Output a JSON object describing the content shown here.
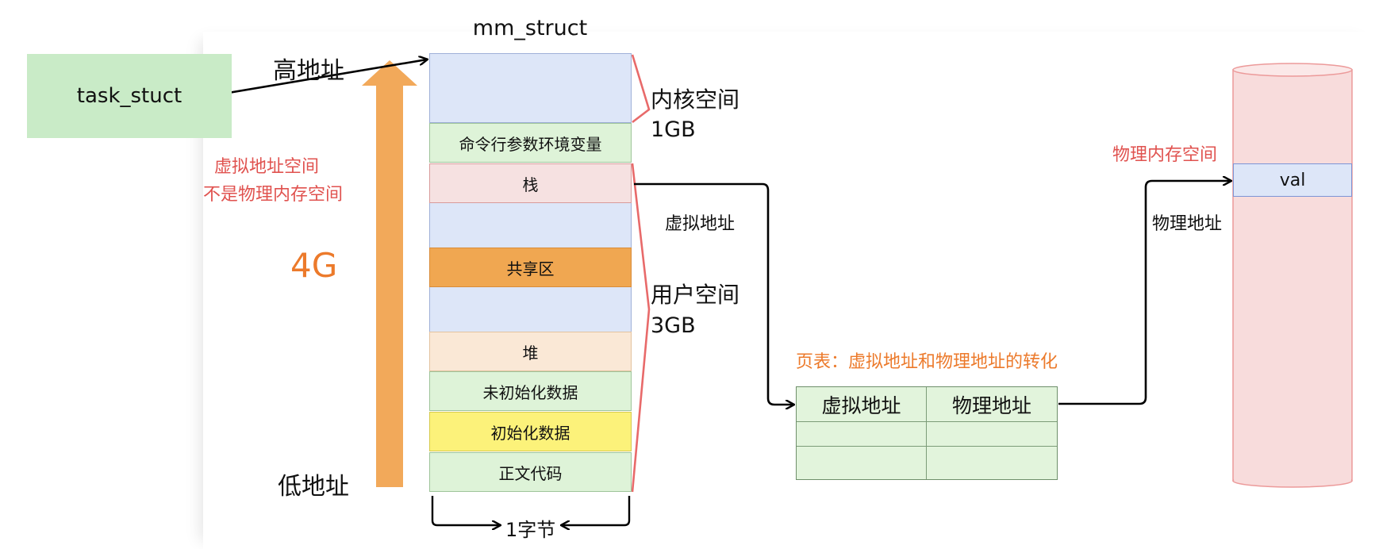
{
  "task_box": {
    "label": "task_stuct"
  },
  "mm_struct": {
    "title": "mm_struct",
    "segments": {
      "env": "命令行参数环境变量",
      "stack": "栈",
      "shared": "共享区",
      "heap": "堆",
      "bss": "未初始化数据",
      "data": "初始化数据",
      "text": "正文代码"
    },
    "width_label": "1字节"
  },
  "address_labels": {
    "high": "高地址",
    "low": "低地址",
    "size": "4G",
    "note_line1": "虚拟地址空间",
    "note_line2": "不是物理内存空间"
  },
  "space_labels": {
    "kernel": "内核空间",
    "kernel_size": "1GB",
    "user": "用户空间",
    "user_size": "3GB",
    "virtual_address": "虚拟地址"
  },
  "page_table": {
    "caption": "页表：虚拟地址和物理地址的转化",
    "col_virtual": "虚拟地址",
    "col_physical": "物理地址"
  },
  "physical_memory": {
    "title": "物理内存空间",
    "physical_address": "物理地址",
    "cell": "val"
  },
  "colors": {
    "task_box": "#c9ebc7",
    "kernel": "#dde6f8",
    "stack": "#f6e1e1",
    "shared": "#f0a751",
    "heap": "#fae8d6",
    "data": "#fcf27a",
    "green_segment": "#def3d8",
    "annotation_red": "#e0524f",
    "annotation_orange": "#ec7a2b",
    "physical_memory": "#f8dcdc"
  }
}
